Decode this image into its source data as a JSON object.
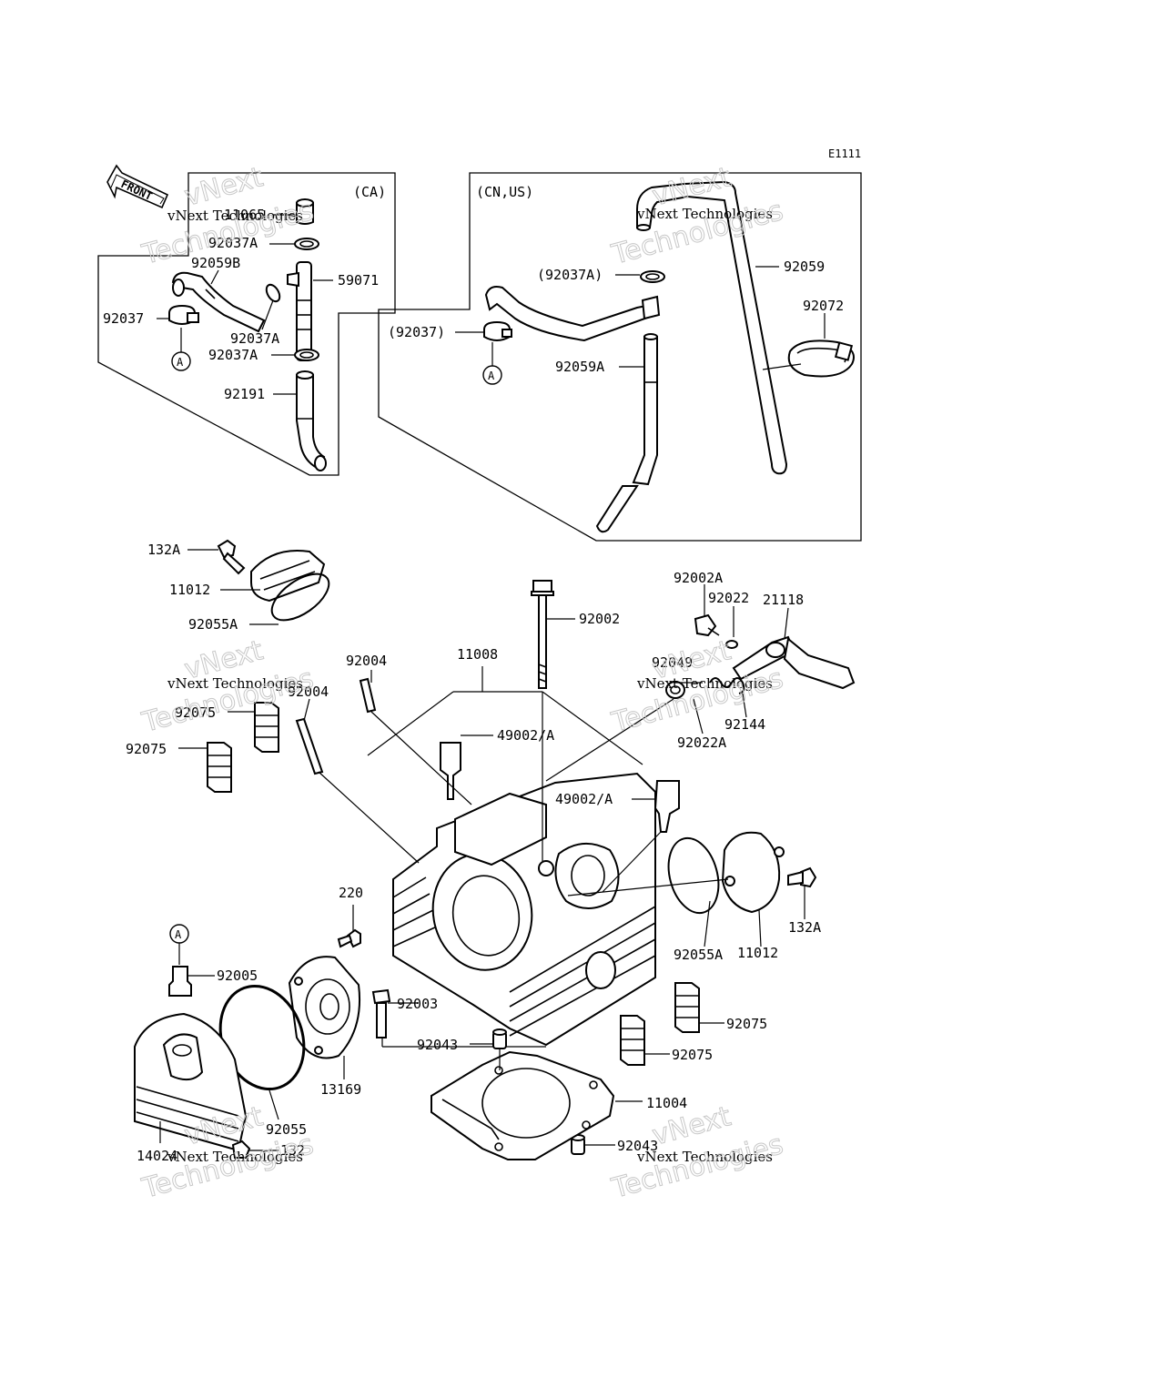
{
  "diagram_code": "E1111",
  "front_label": "FRONT",
  "regions": {
    "ca": "(CA)",
    "cn_us": "(CN,US)"
  },
  "watermark": {
    "brand": "vNext",
    "line1": "vNext Technologies",
    "line2": "Technologies"
  },
  "callout_marker": "A",
  "labels": {
    "ca_11065": "11065",
    "ca_92037a_top": "92037A",
    "ca_92059b": "92059B",
    "ca_59071": "59071",
    "ca_92037": "92037",
    "ca_92037a_mid": "92037A",
    "ca_92037a_low": "92037A",
    "ca_92191": "92191",
    "us_92037a": "(92037A)",
    "us_92059": "92059",
    "us_92072": "92072",
    "us_92037": "(92037)",
    "us_92059a": "92059A",
    "l_132a_top": "132A",
    "l_11012_top": "11012",
    "l_92055a_top": "92055A",
    "l_92002": "92002",
    "l_92002a": "92002A",
    "l_92022": "92022",
    "l_21118": "21118",
    "l_11008": "11008",
    "l_92004_a": "92004",
    "l_92004_b": "92004",
    "l_92075_a": "92075",
    "l_92075_b": "92075",
    "l_49002a_a": "49002/A",
    "l_49002a_b": "49002/A",
    "l_92049": "92049",
    "l_92144": "92144",
    "l_92022a": "92022A",
    "l_220": "220",
    "l_132a_right": "132A",
    "l_92055a_right": "92055A",
    "l_11012_right": "11012",
    "l_92005": "92005",
    "l_92003": "92003",
    "l_92043_a": "92043",
    "l_92043_b": "92043",
    "l_92075_c": "92075",
    "l_92075_d": "92075",
    "l_11004": "11004",
    "l_13169": "13169",
    "l_92055": "92055",
    "l_14024": "14024",
    "l_132": "132"
  }
}
